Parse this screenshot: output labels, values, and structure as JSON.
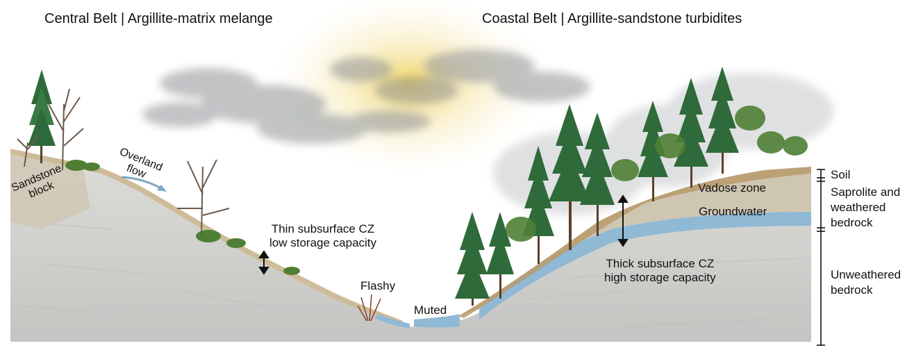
{
  "titles": {
    "central": "Central Belt | Argillite-matrix melange",
    "coastal": "Coastal Belt | Argillite-sandstone turbidites"
  },
  "labels": {
    "sandstone_block": "Sandstone\nblock",
    "overland_flow": "Overland\nflow",
    "thin_cz": "Thin subsurface CZ\nlow storage capacity",
    "flashy": "Flashy",
    "muted": "Muted",
    "vadose_zone": "Vadose zone",
    "groundwater": "Groundwater",
    "thick_cz": "Thick subsurface CZ\nhigh storage capacity"
  },
  "legend": {
    "soil": "Soil",
    "saprolite": "Saprolite and\nweathered\nbedrock",
    "unweathered": "Unweathered\nbedrock"
  },
  "colors": {
    "bedrock": "#d3d3d0",
    "soil": "#c9b58e",
    "groundwater": "#8fb9d4",
    "sun": "#f3dc7a",
    "cloud": "#8f9396",
    "conifer": "#2f6b3a",
    "shrub": "#4f7f35"
  }
}
